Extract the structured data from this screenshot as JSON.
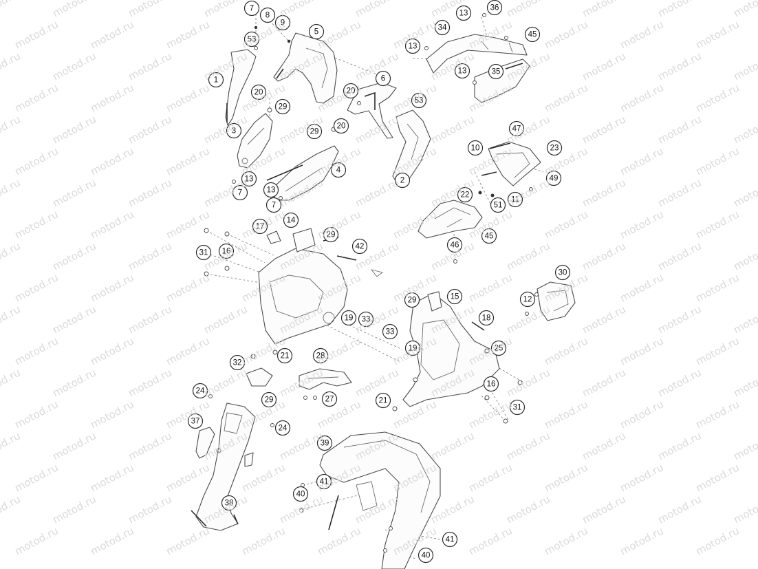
{
  "watermark": "motod.ru",
  "colors": {
    "line": "#4a4a4a",
    "watermark": "#d4d4d4",
    "callout_border": "#2b2b2b"
  },
  "callouts": [
    "7",
    "8",
    "9",
    "5",
    "53",
    "1",
    "20",
    "29",
    "3",
    "6",
    "20",
    "53",
    "20",
    "29",
    "4",
    "2",
    "13",
    "7",
    "13",
    "7",
    "14",
    "13",
    "36",
    "34",
    "13",
    "45",
    "13",
    "35",
    "47",
    "10",
    "23",
    "49",
    "22",
    "11",
    "51",
    "45",
    "46",
    "17",
    "29",
    "42",
    "31",
    "16",
    "19",
    "33",
    "21",
    "28",
    "32",
    "24",
    "29",
    "27",
    "37",
    "24",
    "38",
    "30",
    "12",
    "29",
    "15",
    "18",
    "33",
    "25",
    "19",
    "16",
    "21",
    "31",
    "39",
    "41",
    "40",
    "41",
    "40"
  ]
}
